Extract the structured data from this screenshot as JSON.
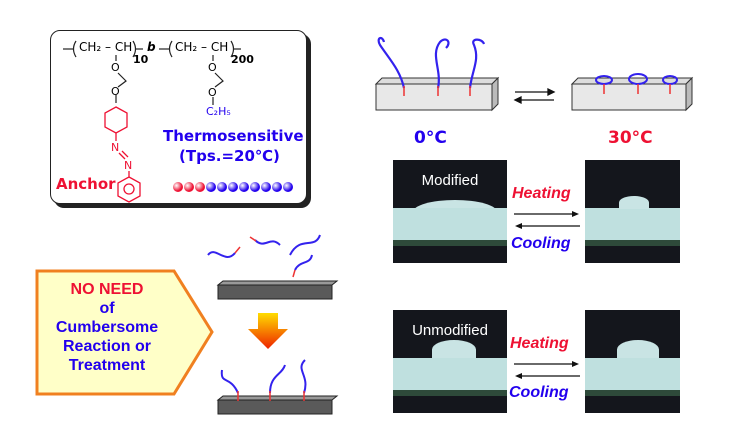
{
  "chem": {
    "unit1": "CH₂ – CH",
    "sub1": "10",
    "block": "b",
    "unit2": "CH₂ – CH",
    "sub2": "200",
    "ethyl": "C₂H₅",
    "n1": "N",
    "n2": "N",
    "o": "O",
    "anchor": "Anchor",
    "thermo": "Thermosensitive",
    "tps": "(Tps.=20℃)",
    "beads_red": 3,
    "beads_blue": 8
  },
  "temps": {
    "cold": "0°C",
    "hot": "30°C"
  },
  "rows": [
    {
      "label": "Modified",
      "heating": "Heating",
      "cooling": "Cooling"
    },
    {
      "label": "Unmodified",
      "heating": "Heating",
      "cooling": "Cooling"
    }
  ],
  "callout": {
    "line1": "NO NEED",
    "line2": "of",
    "line3": "Cumbersome",
    "line4": "Reaction or",
    "line5": "Treatment"
  },
  "colors": {
    "red": "#ee1133",
    "blue": "#2200ee",
    "callout_bg": "#ffffc8",
    "callout_border": "#f08020"
  }
}
